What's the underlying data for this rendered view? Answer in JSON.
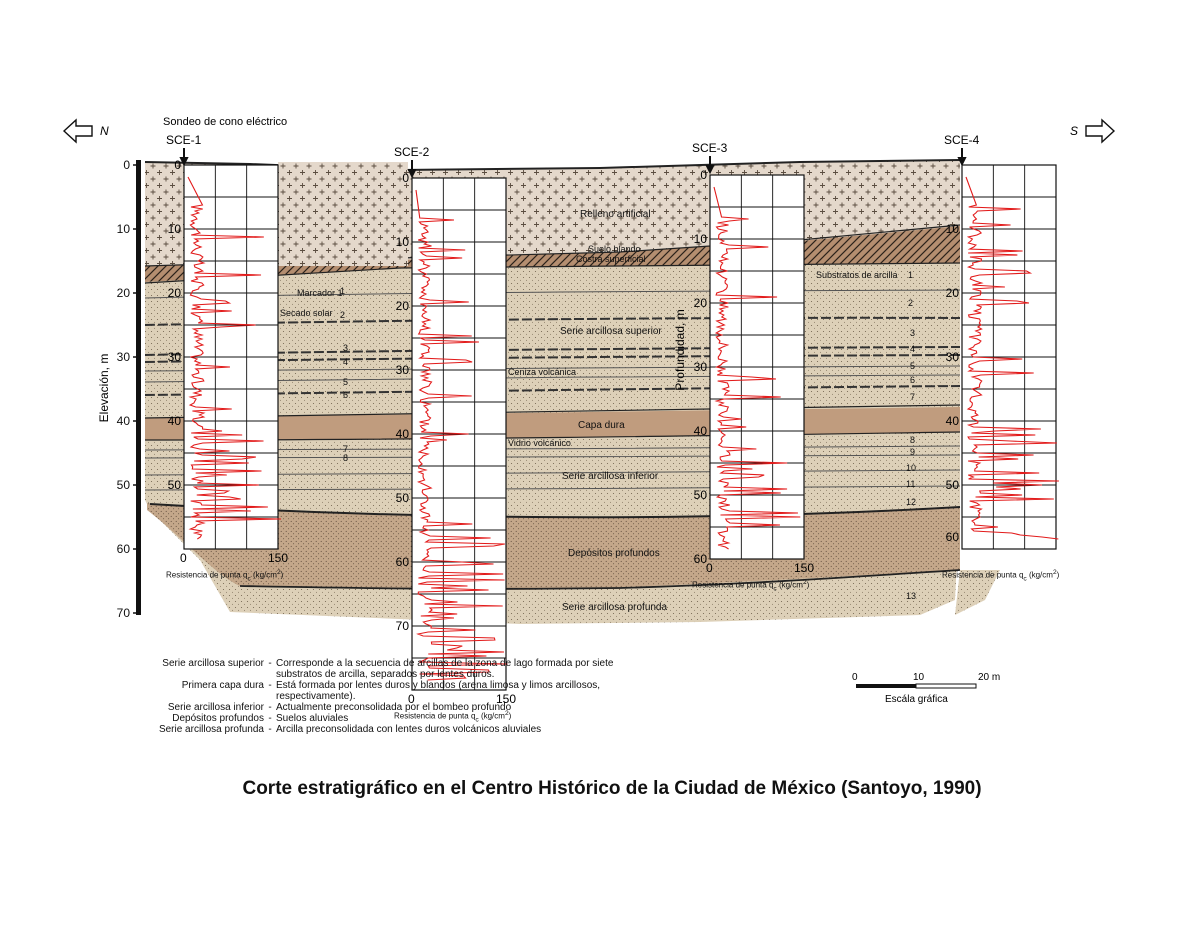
{
  "diagram": {
    "north_label": "N",
    "south_label": "S",
    "sounding_label": "Sondeo de cono eléctrico",
    "elevation_label": "Elevación, m",
    "depth_label": "Profundidad, m",
    "elevation_ticks": [
      "0",
      "10",
      "20",
      "30",
      "40",
      "50",
      "60",
      "70"
    ],
    "soundings": [
      {
        "name": "SCE-1",
        "ticks": [
          "0",
          "10",
          "20",
          "30",
          "40",
          "50"
        ],
        "axis": [
          "0",
          "150"
        ],
        "caption": "Resistencia de punta q<sub>c</sub> (kg/cm<sup>2</sup>)"
      },
      {
        "name": "SCE-2",
        "ticks": [
          "0",
          "10",
          "20",
          "30",
          "40",
          "50",
          "60",
          "70"
        ],
        "axis": [
          "0",
          "150"
        ],
        "caption": "Resistencia de punta q<sub>c</sub> (kg/cm<sup>2</sup>)"
      },
      {
        "name": "SCE-3",
        "ticks": [
          "0",
          "10",
          "20",
          "30",
          "40",
          "50",
          "60"
        ],
        "axis": [
          "0",
          "150"
        ],
        "caption": "Resistencia de punta q<sub>c</sub> (kg/cm<sup>2</sup>)"
      },
      {
        "name": "SCE-4",
        "ticks": [
          "10",
          "20",
          "30",
          "40",
          "50",
          "60"
        ],
        "axis": [],
        "caption": "Resistencia de punta q<sub>c</sub> (kg/cm<sup>2</sup>)"
      }
    ],
    "layer_labels": {
      "relleno": "Relleno artificial",
      "suelo_blando": "Suelo blando",
      "costra": "Costra superficial",
      "marcador": "Marcador 1",
      "secado": "Secado solar",
      "serie_superior": "Serie arcillosa superior",
      "ceniza": "Ceniza volcánica",
      "capa_dura": "Capa dura",
      "vidrio": "Vidrio volcánico",
      "serie_inferior": "Serie arcillosa inferior",
      "depositos": "Depósitos profundos",
      "serie_profunda": "Serie arcillosa profunda",
      "substratos": "Substratos de arcilla"
    },
    "left_numbers": [
      "1",
      "2",
      "3",
      "4",
      "5",
      "6",
      "7",
      "8"
    ],
    "right_numbers": [
      "1",
      "2",
      "3",
      "4",
      "5",
      "6",
      "7",
      "8",
      "9",
      "10",
      "11",
      "12",
      "13"
    ],
    "scale": {
      "ticks": [
        "0",
        "10",
        "20 m"
      ],
      "label": "Escála gráfica"
    }
  },
  "legend": [
    {
      "term": "Serie arcillosa superior",
      "desc": "Corresponde a la secuencia de arcillas de la zona de lago formada por siete substratos de arcilla, separados por lentes duros."
    },
    {
      "term": "Primera capa dura",
      "desc": "Está formada por lentes duros y blandos (arena limosa y limos arcillosos, respectivamente)."
    },
    {
      "term": "Serie arcillosa inferior",
      "desc": "Actualmente preconsolidada por el bombeo profundo"
    },
    {
      "term": "Depósitos profundos",
      "desc": "Suelos aluviales"
    },
    {
      "term": "Serie arcillosa profunda",
      "desc": "Arcilla preconsolidada con lentes duros volcánicos aluviales"
    }
  ],
  "title": "Corte estratigráfico en el Centro Histórico de la Ciudad de México (Santoyo, 1990)"
}
